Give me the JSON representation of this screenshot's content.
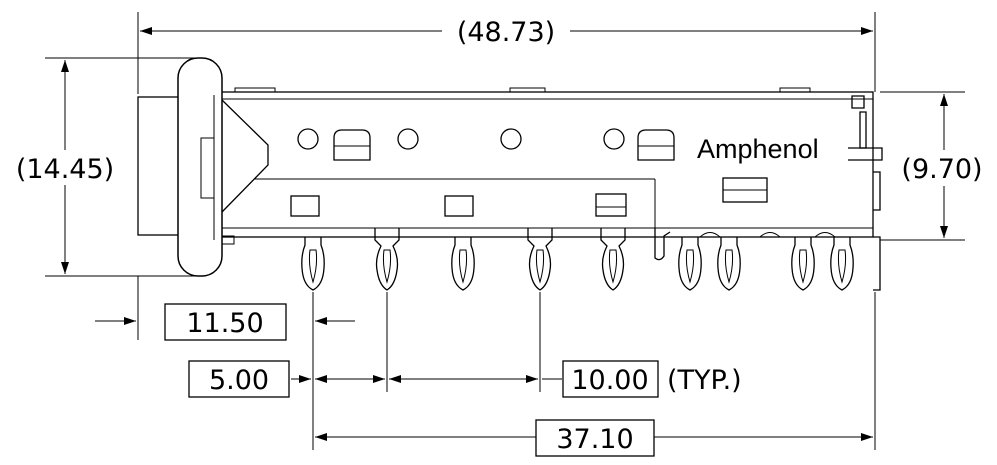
{
  "dimensions": {
    "overall_length": "(48.73)",
    "overall_height": "(14.45)",
    "body_height": "(9.70)",
    "front_offset": "11.50",
    "first_pin_pitch": "5.00",
    "pin_pitch": "10.00",
    "pin_pitch_note": "(TYP.)",
    "pin_span": "37.10"
  },
  "brand": "Amphenol",
  "colors": {
    "line": "#000000",
    "background": "#ffffff"
  }
}
